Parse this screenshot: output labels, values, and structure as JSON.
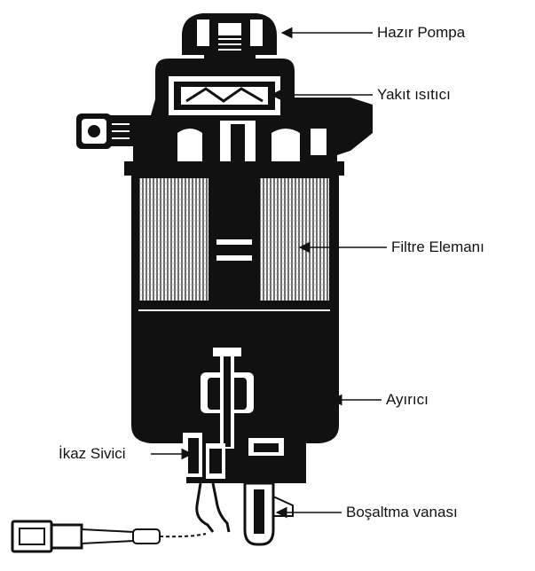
{
  "labels": {
    "hazir_pompa": "Hazır Pompa",
    "yakit_isitici": "Yakıt ısıtıcı",
    "filtre_elemani": "Filtre Elemanı",
    "ayirici": "Ayırıcı",
    "ikaz_sivici": "İkaz Sivici",
    "bosaltma_vanasi": "Boşaltma vanası"
  },
  "colors": {
    "ink": "#111111",
    "paper": "#ffffff",
    "element": "#8a8a8a"
  }
}
